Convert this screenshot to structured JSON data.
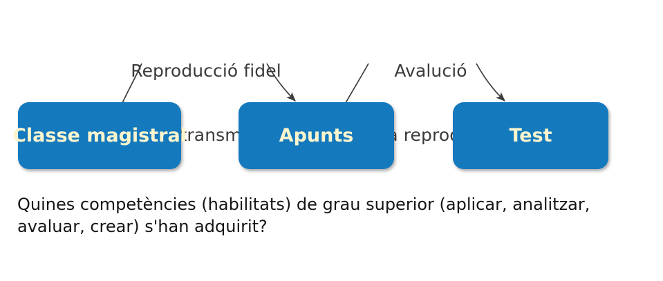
{
  "diagram": {
    "background_color": "#ffffff",
    "box_color": "#1579be",
    "box_text_color": "#fdf5cd",
    "annotation_text_color": "#3a3a38",
    "question_text_color": "#141414",
    "connector_color": "#3c3c3c",
    "boxes": [
      {
        "id": "classe-magistral",
        "label": "Classe magistral"
      },
      {
        "id": "apunts",
        "label": "Apunts"
      },
      {
        "id": "test",
        "label": "Test"
      }
    ],
    "annotations": [
      {
        "id": "reproduccio-fidel",
        "line1": "Reproducció fidel",
        "line2": "de la transmissió"
      },
      {
        "id": "avalucio",
        "line1": "Avalució",
        "line2": "de la reproducció"
      }
    ],
    "connectors": [
      {
        "id": "classe-magistral-to-apunts",
        "from": "classe-magistral",
        "to": "apunts",
        "arrowhead": "to"
      },
      {
        "id": "apunts-to-test",
        "from": "apunts",
        "to": "test",
        "arrowhead": "to"
      }
    ],
    "question": {
      "line1": "Quines competències (habilitats) de grau superior (aplicar, analitzar,",
      "line2": "avaluar, crear) s'han adquirit?"
    }
  }
}
